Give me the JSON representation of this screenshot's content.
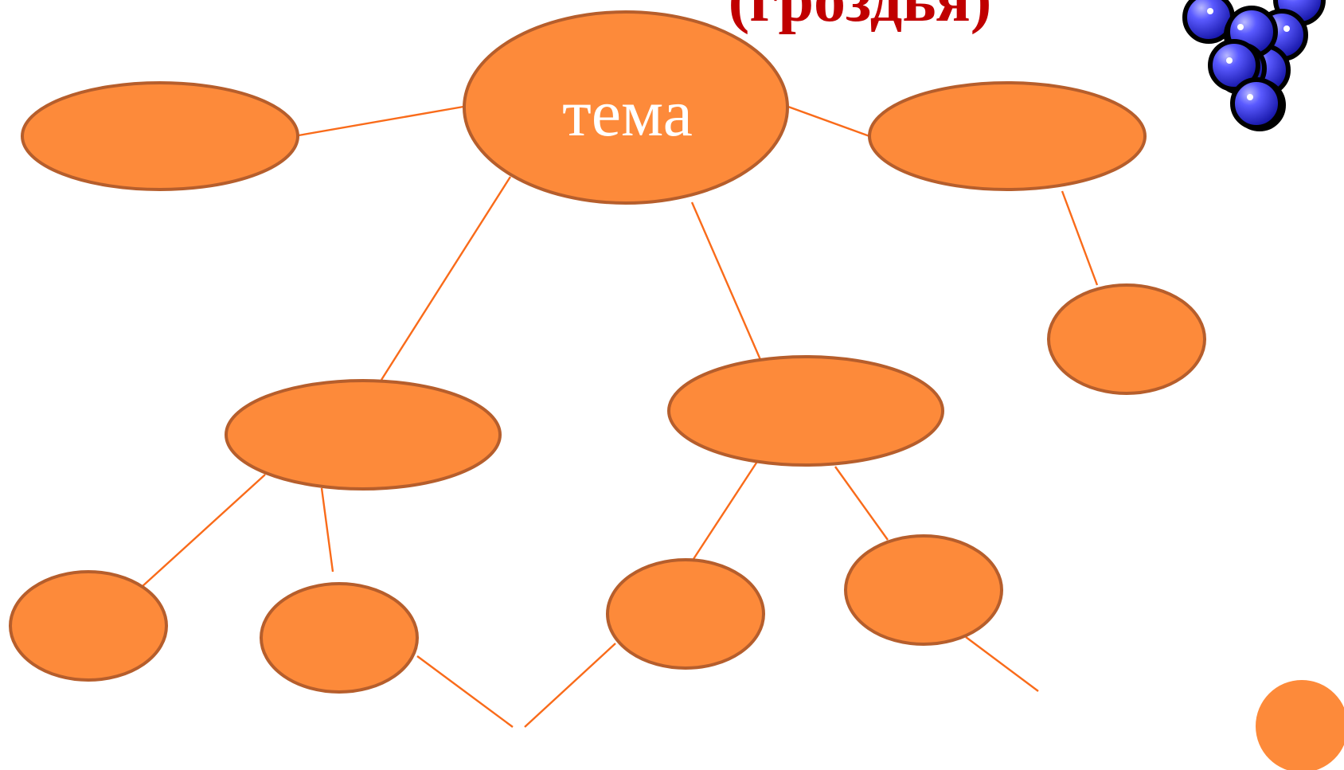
{
  "title": "(гроздья)",
  "topic_label": "тема",
  "colors": {
    "node_fill": "#fd8a3a",
    "node_stroke": "#b65e2c",
    "line": "#f96b1a",
    "title": "#c00000",
    "grape": "#2b2bd8"
  },
  "icons": [
    "grapes-icon",
    "orange-circle"
  ]
}
